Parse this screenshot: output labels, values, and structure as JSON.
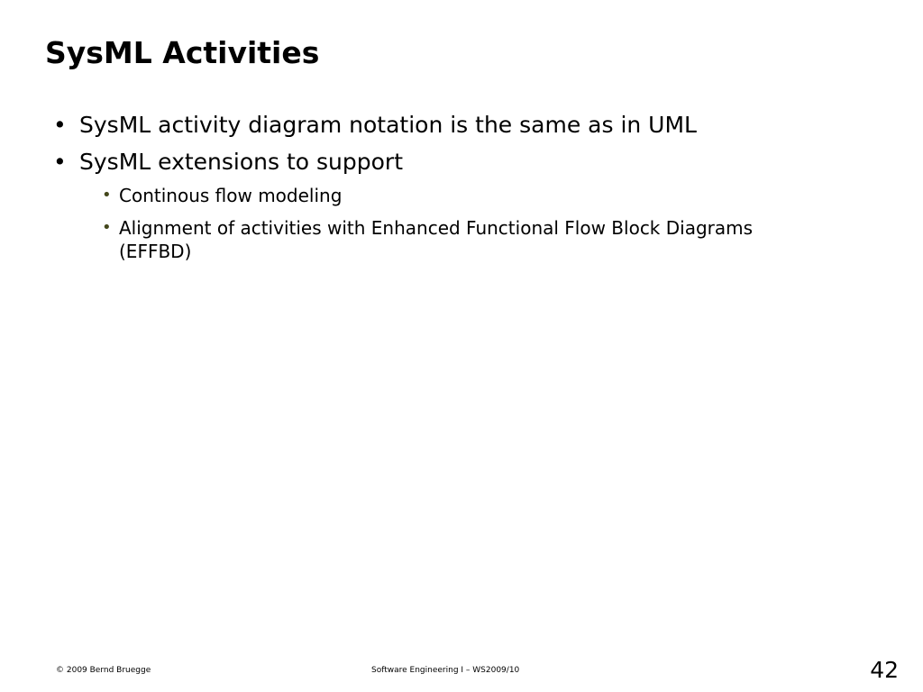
{
  "slide": {
    "title": "SysML Activities",
    "page_number": "42",
    "background_color": "#ffffff",
    "text_color": "#000000",
    "sub_bullet_marker_color": "#44471c"
  },
  "bullets": [
    {
      "marker": "•",
      "text": "SysML activity diagram notation is the same as in UML",
      "children": []
    },
    {
      "marker": "•",
      "text": "SysML extensions to support",
      "children": [
        {
          "marker": "•",
          "text": "Continous flow modeling"
        },
        {
          "marker": "•",
          "text": "Alignment of activities with Enhanced Functional Flow Block Diagrams (EFFBD)"
        }
      ]
    }
  ],
  "footer": {
    "copyright": "© 2009 Bernd Bruegge",
    "course": "Software Engineering  I – WS2009/10"
  }
}
